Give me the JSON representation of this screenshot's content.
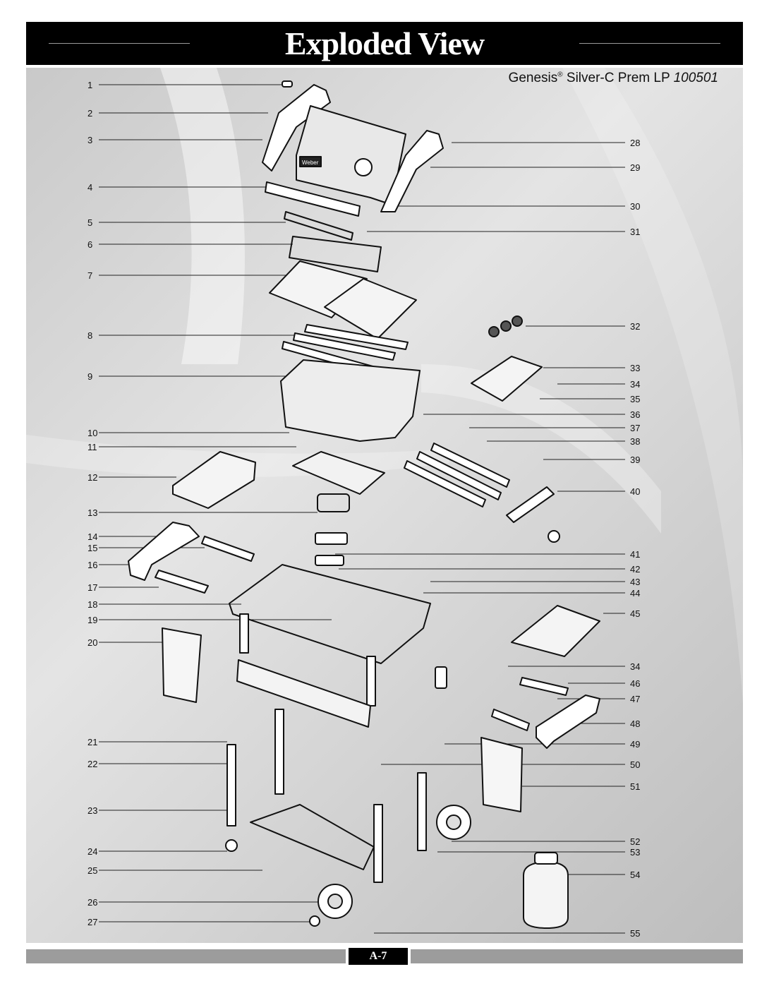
{
  "header": {
    "title": "Exploded View"
  },
  "model": {
    "brand": "Genesis",
    "reg_mark": "®",
    "name": "Silver-C Prem LP",
    "number": "100501"
  },
  "footer": {
    "page_label": "A-7"
  },
  "callouts_left": [
    "1",
    "2",
    "3",
    "4",
    "5",
    "6",
    "7",
    "8",
    "9",
    "10",
    "11",
    "12",
    "13",
    "14",
    "15",
    "16",
    "17",
    "18",
    "19",
    "20",
    "21",
    "22",
    "23",
    "24",
    "25",
    "26",
    "27"
  ],
  "callouts_right": [
    "28",
    "29",
    "30",
    "31",
    "32",
    "33",
    "34",
    "35",
    "36",
    "37",
    "38",
    "39",
    "40",
    "41",
    "42",
    "43",
    "44",
    "45",
    "34",
    "46",
    "47",
    "48",
    "49",
    "50",
    "51",
    "52",
    "53",
    "54",
    "55"
  ],
  "logo_text": "Weber",
  "colors": {
    "header_bg": "#000000",
    "header_text": "#ffffff",
    "panel_bg": "#d4d4d4",
    "footer_bar": "#9c9c9c"
  }
}
